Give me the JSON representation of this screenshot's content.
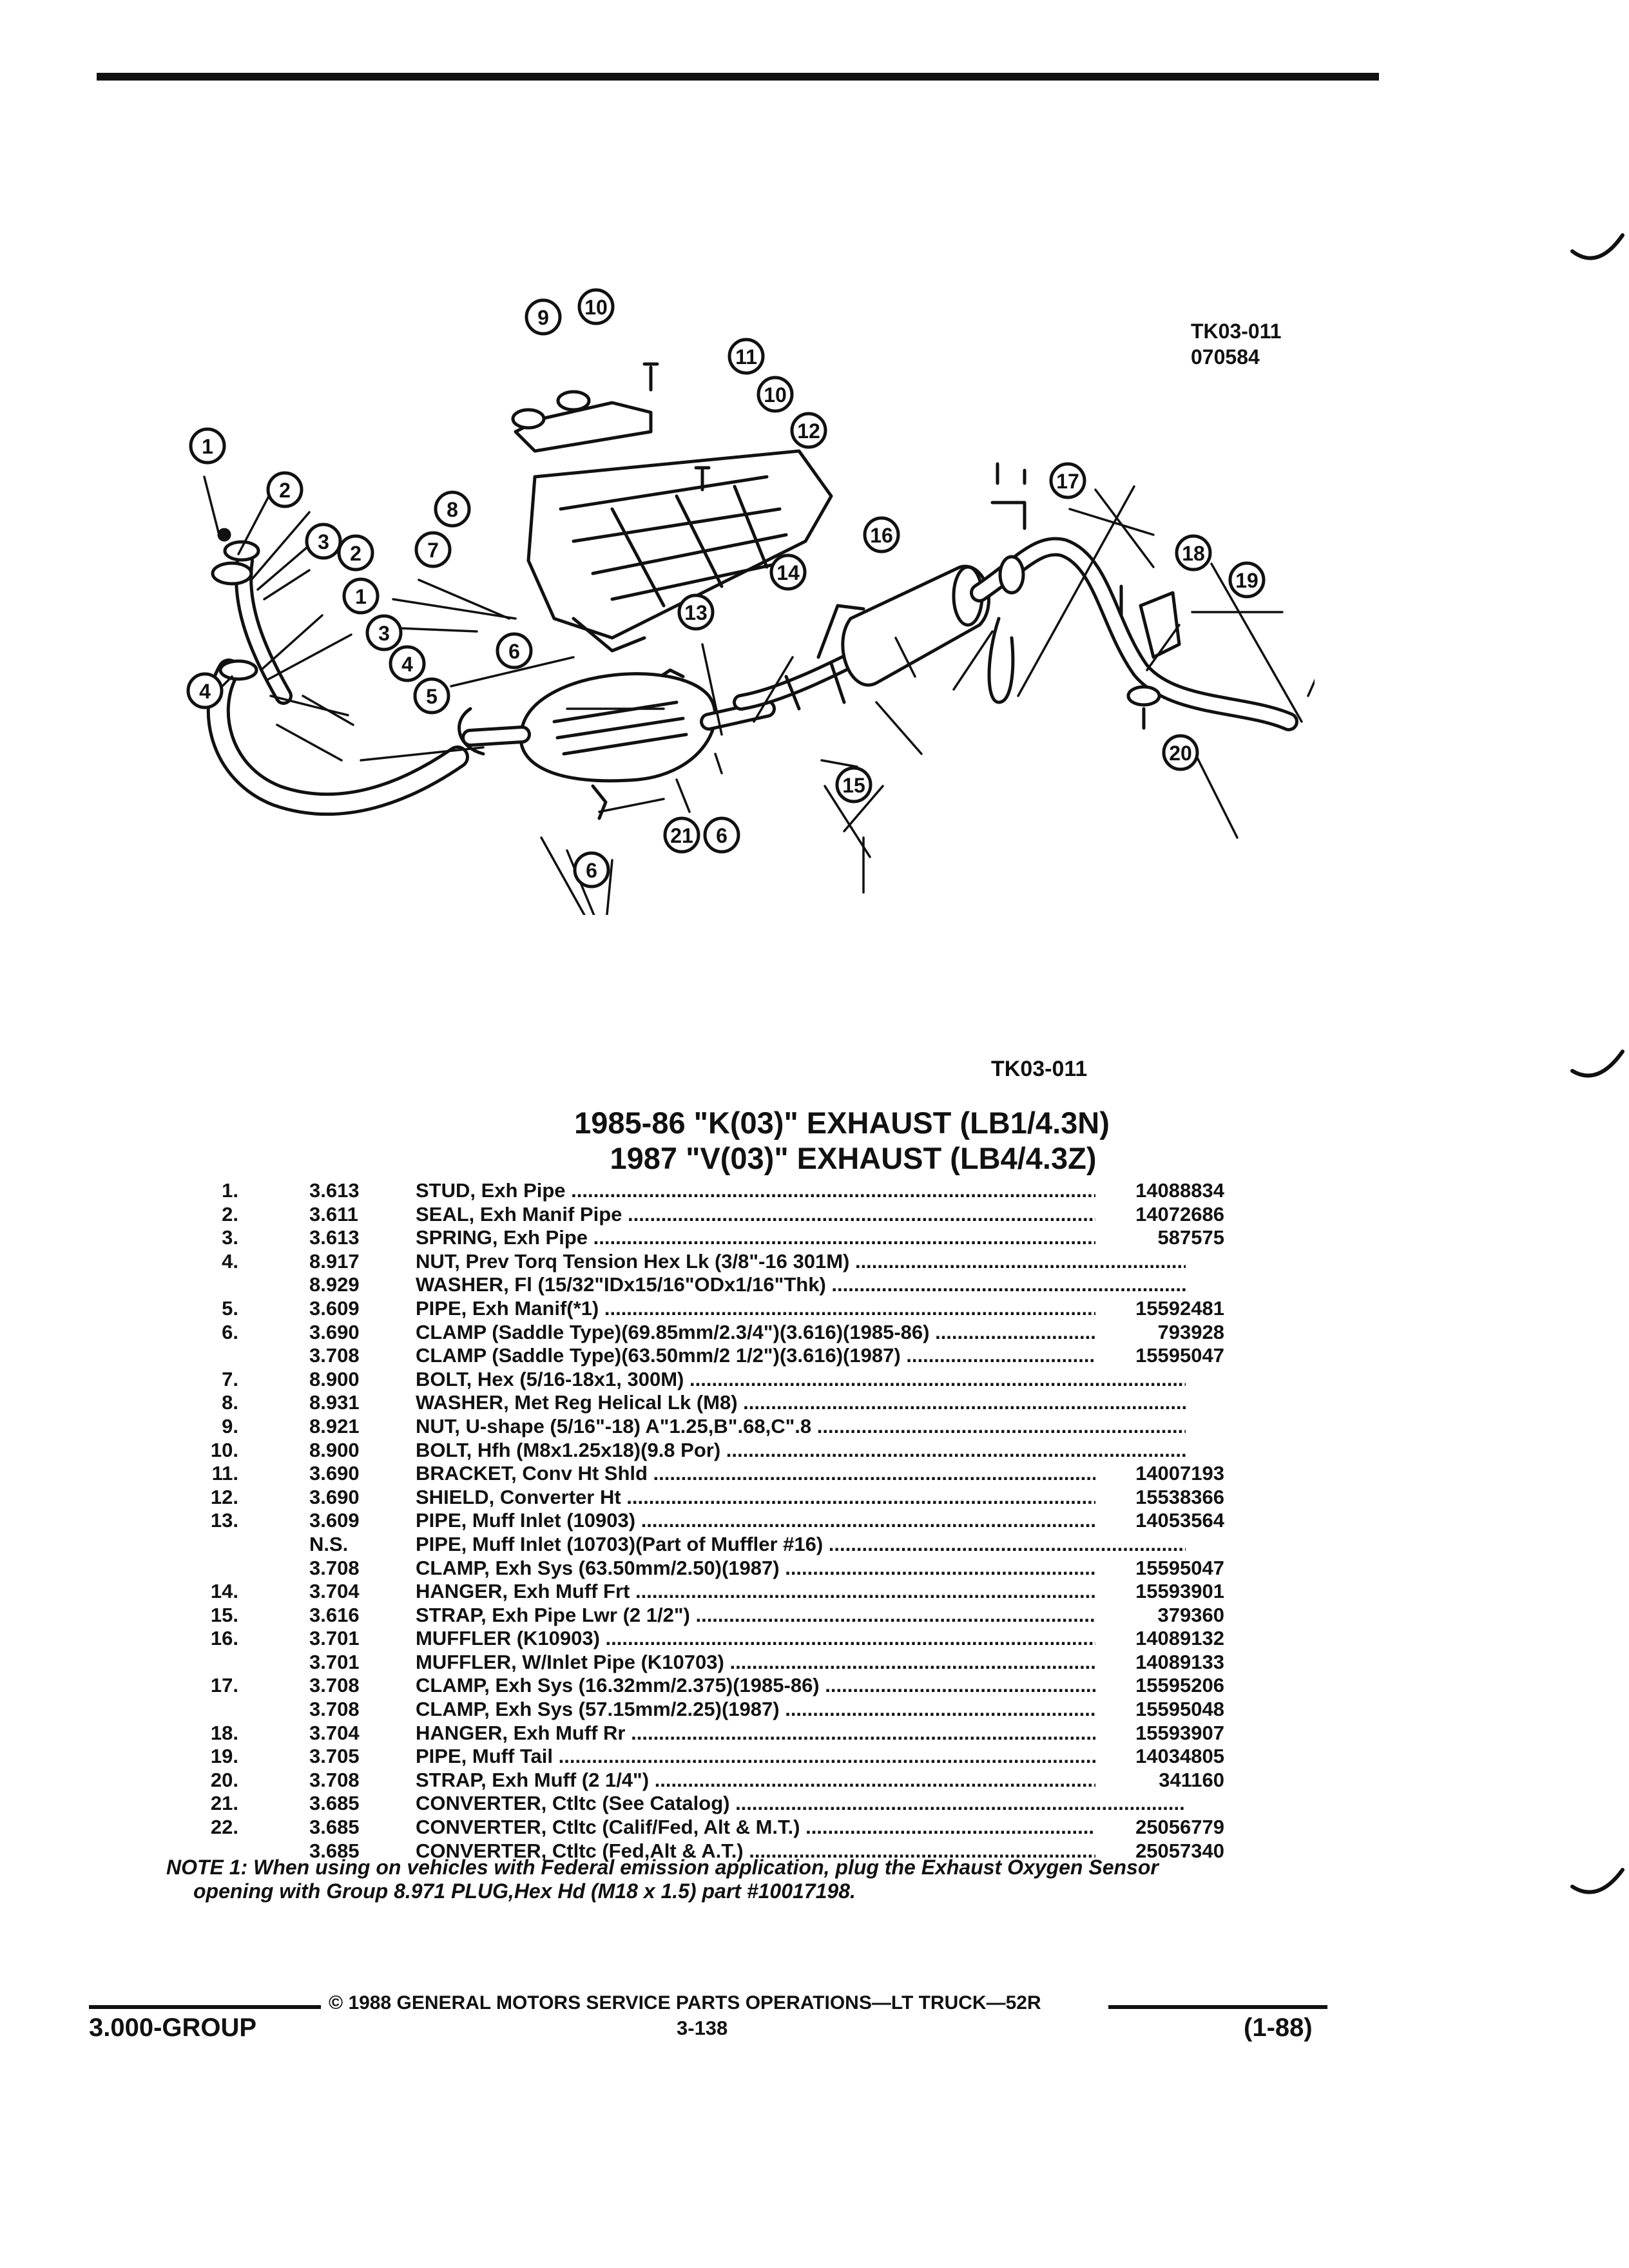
{
  "illustration": {
    "code": "TK03-011",
    "date": "070584",
    "code_lower": "TK03-011",
    "callouts": [
      "1",
      "2",
      "3",
      "2",
      "1",
      "3",
      "4",
      "4",
      "5",
      "6",
      "7",
      "8",
      "9",
      "10",
      "11",
      "10",
      "12",
      "13",
      "14",
      "15",
      "16",
      "17",
      "18",
      "19",
      "20",
      "21",
      "6",
      "6"
    ]
  },
  "title": {
    "line1": "1985-86 \"K(03)\" EXHAUST (LB1/4.3N)",
    "line2": "1987 \"V(03)\" EXHAUST (LB4/4.3Z)"
  },
  "parts": [
    {
      "ref": "1.",
      "group": "3.613",
      "desc": "STUD, Exh Pipe",
      "part": "14088834"
    },
    {
      "ref": "2.",
      "group": "3.611",
      "desc": "SEAL, Exh Manif Pipe",
      "part": "14072686"
    },
    {
      "ref": "3.",
      "group": "3.613",
      "desc": "SPRING, Exh Pipe",
      "part": "587575"
    },
    {
      "ref": "4.",
      "group": "8.917",
      "desc": "NUT, Prev Torq Tension Hex Lk (3/8\"-16 301M)",
      "part": ""
    },
    {
      "ref": "",
      "group": "8.929",
      "desc": "WASHER, Fl (15/32\"IDx15/16\"ODx1/16\"Thk)",
      "part": ""
    },
    {
      "ref": "5.",
      "group": "3.609",
      "desc": "PIPE, Exh Manif(*1)",
      "part": "15592481"
    },
    {
      "ref": "6.",
      "group": "3.690",
      "desc": "CLAMP (Saddle Type)(69.85mm/2.3/4\")(3.616)(1985-86)",
      "part": "793928"
    },
    {
      "ref": "",
      "group": "3.708",
      "desc": "CLAMP (Saddle Type)(63.50mm/2 1/2\")(3.616)(1987)",
      "part": "15595047"
    },
    {
      "ref": "7.",
      "group": "8.900",
      "desc": "BOLT, Hex (5/16-18x1, 300M)",
      "part": ""
    },
    {
      "ref": "8.",
      "group": "8.931",
      "desc": "WASHER, Met Reg Helical Lk (M8)",
      "part": ""
    },
    {
      "ref": "9.",
      "group": "8.921",
      "desc": "NUT, U-shape (5/16\"-18) A\"1.25,B\".68,C\".8",
      "part": ""
    },
    {
      "ref": "10.",
      "group": "8.900",
      "desc": "BOLT, Hfh (M8x1.25x18)(9.8 Por)",
      "part": ""
    },
    {
      "ref": "11.",
      "group": "3.690",
      "desc": "BRACKET, Conv Ht Shld",
      "part": "14007193"
    },
    {
      "ref": "12.",
      "group": "3.690",
      "desc": "SHIELD, Converter Ht",
      "part": "15538366"
    },
    {
      "ref": "13.",
      "group": "3.609",
      "desc": "PIPE, Muff Inlet (10903)",
      "part": "14053564"
    },
    {
      "ref": "",
      "group": "N.S.",
      "desc": "PIPE, Muff Inlet (10703)(Part of Muffler #16)",
      "part": ""
    },
    {
      "ref": "",
      "group": "3.708",
      "desc": "CLAMP, Exh Sys (63.50mm/2.50)(1987)",
      "part": "15595047"
    },
    {
      "ref": "14.",
      "group": "3.704",
      "desc": "HANGER, Exh Muff Frt",
      "part": "15593901"
    },
    {
      "ref": "15.",
      "group": "3.616",
      "desc": "STRAP, Exh Pipe Lwr (2 1/2\")",
      "part": "379360"
    },
    {
      "ref": "16.",
      "group": "3.701",
      "desc": "MUFFLER (K10903)",
      "part": "14089132"
    },
    {
      "ref": "",
      "group": "3.701",
      "desc": "MUFFLER, W/Inlet Pipe (K10703)",
      "part": "14089133"
    },
    {
      "ref": "17.",
      "group": "3.708",
      "desc": "CLAMP, Exh Sys (16.32mm/2.375)(1985-86)",
      "part": "15595206"
    },
    {
      "ref": "",
      "group": "3.708",
      "desc": "CLAMP, Exh Sys (57.15mm/2.25)(1987)",
      "part": "15595048"
    },
    {
      "ref": "18.",
      "group": "3.704",
      "desc": "HANGER, Exh Muff Rr",
      "part": "15593907"
    },
    {
      "ref": "19.",
      "group": "3.705",
      "desc": "PIPE, Muff Tail",
      "part": "14034805"
    },
    {
      "ref": "20.",
      "group": "3.708",
      "desc": "STRAP, Exh Muff (2 1/4\")",
      "part": "341160"
    },
    {
      "ref": "21.",
      "group": "3.685",
      "desc": "CONVERTER, Ctltc (See Catalog)",
      "part": ""
    },
    {
      "ref": "22.",
      "group": "3.685",
      "desc": "CONVERTER, Ctltc (Calif/Fed, Alt & M.T.)",
      "part": "25056779"
    },
    {
      "ref": "",
      "group": "3.685",
      "desc": "CONVERTER, Ctltc (Fed,Alt & A.T.)",
      "part": "25057340"
    }
  ],
  "note": {
    "line1": "NOTE 1: When using on vehicles with Federal emission application, plug the Exhaust Oxygen Sensor",
    "line2": "opening with Group 8.971 PLUG,Hex Hd (M18 x 1.5) part #10017198."
  },
  "footer": {
    "copyright": "© 1988 GENERAL MOTORS SERVICE PARTS OPERATIONS—LT TRUCK—52R",
    "group": "3.000-GROUP",
    "page": "3-138",
    "revision": "(1-88)"
  }
}
